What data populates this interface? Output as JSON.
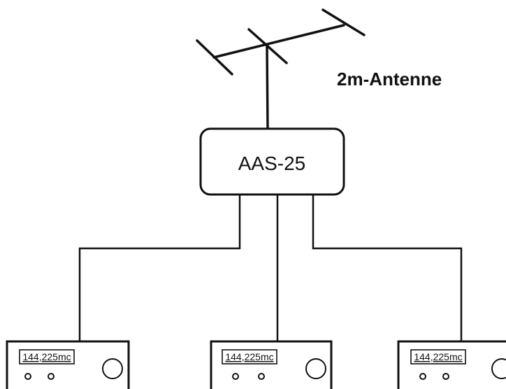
{
  "antenna": {
    "label": "2m-Antenne"
  },
  "splitter": {
    "label": "AAS-25"
  },
  "receivers": [
    {
      "frequency": "144,225mc"
    },
    {
      "frequency": "144,225mc"
    },
    {
      "frequency": "144,225mc"
    }
  ],
  "colors": {
    "line": "#111111",
    "background": "#ffffff"
  }
}
